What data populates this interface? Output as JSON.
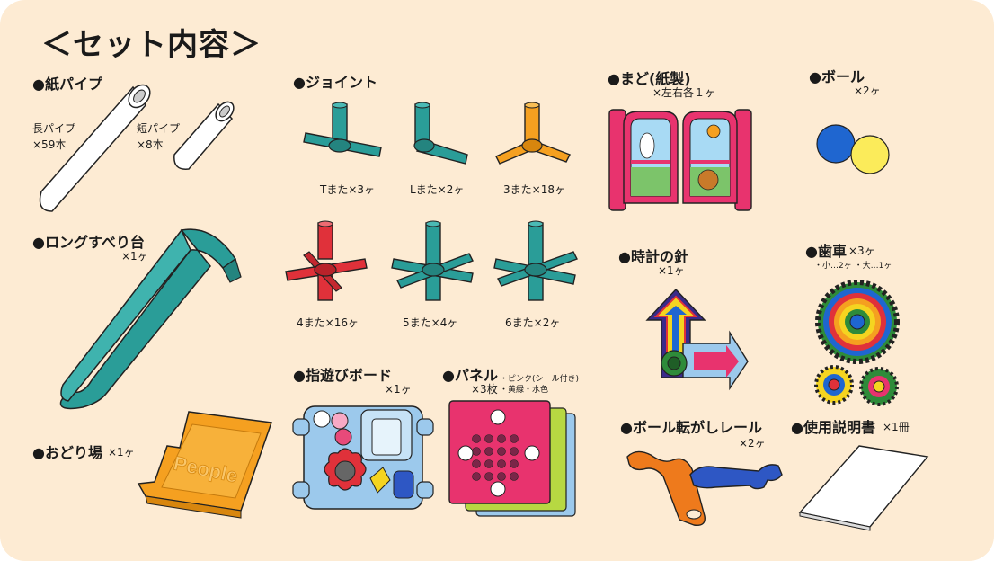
{
  "title": "＜セット内容＞",
  "items": {
    "paper_pipe": {
      "label": "●紙パイプ",
      "long": "長パイプ",
      "long_qty": "×59本",
      "short": "短パイプ",
      "short_qty": "×8本"
    },
    "joint": {
      "label": "●ジョイント",
      "t": "Tまた×3ヶ",
      "l": "Lまた×2ヶ",
      "three": "3また×18ヶ",
      "four": "4また×16ヶ",
      "five": "5また×4ヶ",
      "six": "6また×2ヶ"
    },
    "window": {
      "label": "●まど(紙製)",
      "qty": "×左右各１ヶ"
    },
    "ball": {
      "label": "●ボール",
      "qty": "×2ヶ"
    },
    "slide": {
      "label": "●ロングすべり台",
      "qty": "×1ヶ"
    },
    "clock_hand": {
      "label": "●時計の針",
      "qty": "×1ヶ"
    },
    "gear": {
      "label": "●歯車",
      "qty": "×3ヶ",
      "sizes": "・小…2ヶ ・大…1ヶ"
    },
    "finger_board": {
      "label": "●指遊びボード",
      "qty": "×1ヶ"
    },
    "panel": {
      "label": "●パネル",
      "qty": "×3枚",
      "colors1": "・ピンク(シール付き)",
      "colors2": "・黄緑・水色"
    },
    "ball_rail": {
      "label": "●ボール転がしレール",
      "qty": "×2ヶ"
    },
    "landing": {
      "label": "●おどり場",
      "qty": "×1ヶ",
      "brand": "People"
    },
    "manual": {
      "label": "●使用説明書",
      "qty": "×1冊"
    }
  },
  "colors": {
    "background": "#fdebd3",
    "teal": "#2a9d98",
    "orange": "#f5a020",
    "red": "#e0313a",
    "pink": "#e8336e"
  }
}
